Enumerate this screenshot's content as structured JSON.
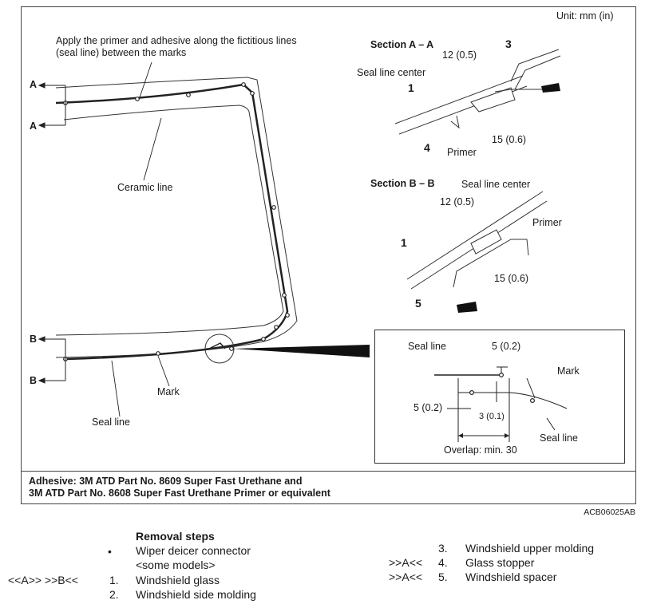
{
  "unit": "Unit: mm (in)",
  "main_note": [
    "Apply the primer and adhesive along the fictitious lines",
    "(seal line) between the marks"
  ],
  "labels": {
    "ceramic_line": "Ceramic line",
    "mark": "Mark",
    "seal_line": "Seal line",
    "a": "A",
    "b": "B"
  },
  "section_aa": {
    "title": "Section A – A",
    "seal_line_center": "Seal line center",
    "dim_12": "12 (0.5)",
    "dim_15": "15 (0.6)",
    "primer": "Primer",
    "n1": "1",
    "n3": "3",
    "n4": "4"
  },
  "section_bb": {
    "title": "Section B – B",
    "seal_line_center": "Seal line center",
    "dim_12": "12 (0.5)",
    "dim_15": "15 (0.6)",
    "primer": "Primer",
    "n1": "1",
    "n5": "5"
  },
  "detail": {
    "seal_line_top": "Seal line",
    "dim_5_top": "5 (0.2)",
    "mark": "Mark",
    "dim_5_left": "5 (0.2)",
    "dim_3": "3 (0.1)",
    "seal_line_bottom": "Seal line",
    "overlap": "Overlap: min. 30"
  },
  "adhesive": [
    "Adhesive: 3M ATD Part No. 8609 Super Fast Urethane and",
    "3M ATD Part No. 8608 Super Fast Urethane Primer or equivalent"
  ],
  "figure_code": "ACB06025AB",
  "removal": {
    "title": "Removal steps",
    "bullet": "•",
    "left_items": [
      {
        "mark": "",
        "num": "",
        "text": "Wiper deicer connector"
      },
      {
        "mark": "",
        "num": "",
        "text": "<some models>"
      },
      {
        "mark": "<<A>>   >>B<<",
        "num": "1.",
        "text": "Windshield glass"
      },
      {
        "mark": "",
        "num": "2.",
        "text": "Windshield side molding"
      }
    ],
    "right_items": [
      {
        "mark": "",
        "num": "3.",
        "text": "Windshield upper molding"
      },
      {
        "mark": ">>A<<",
        "num": "4.",
        "text": "Glass stopper"
      },
      {
        "mark": ">>A<<",
        "num": "5.",
        "text": "Windshield spacer"
      }
    ]
  }
}
